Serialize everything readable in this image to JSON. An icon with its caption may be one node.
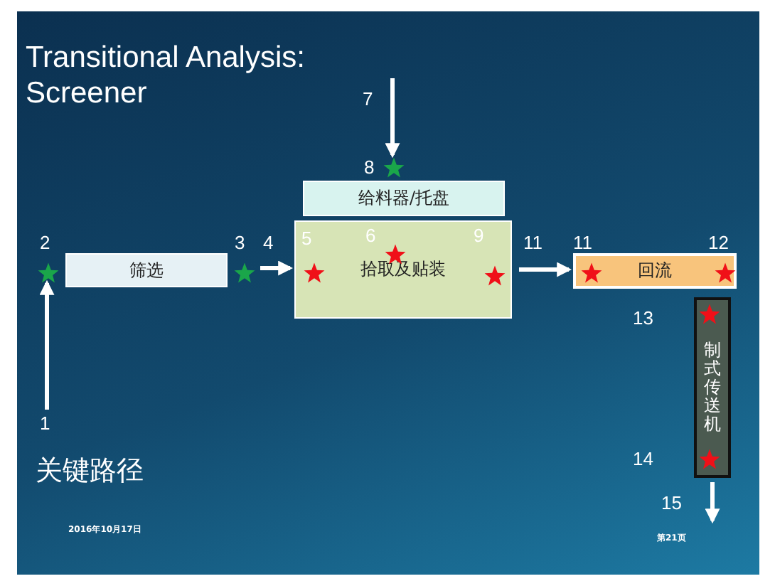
{
  "diagram": {
    "title": "Transitional Analysis: Screener",
    "nodes": [
      {
        "text": [],
        "shape": "star"
      },
      {
        "text": [
          "给料器/托盘"
        ]
      },
      {
        "text": [],
        "shape": "star"
      },
      {
        "text": [
          "筛选"
        ]
      },
      {
        "text": [],
        "shape": "star"
      },
      {
        "text": [
          "拾取及贴装"
        ]
      },
      {
        "text": [
          "回流"
        ]
      },
      {
        "text": [
          "制式传送机"
        ]
      },
      {
        "text": [
          "1"
        ]
      }
    ],
    "edges": [
      {
        "from": null,
        "to": 0,
        "arrow": "to"
      },
      {
        "from": 8,
        "to": 2,
        "arrow": "to"
      },
      {
        "from": 4,
        "to": 5,
        "arrow": "to"
      },
      {
        "from": 5,
        "to": 6,
        "arrow": "to"
      },
      {
        "from": 7,
        "to": null,
        "arrow": "to"
      }
    ],
    "labels": [
      "7",
      "8",
      "2",
      "3",
      "4",
      "5",
      "6",
      "9",
      "11",
      "11",
      "12",
      "13",
      "14",
      "15",
      "关键路径",
      "2016年10月17日",
      "第21页"
    ]
  }
}
